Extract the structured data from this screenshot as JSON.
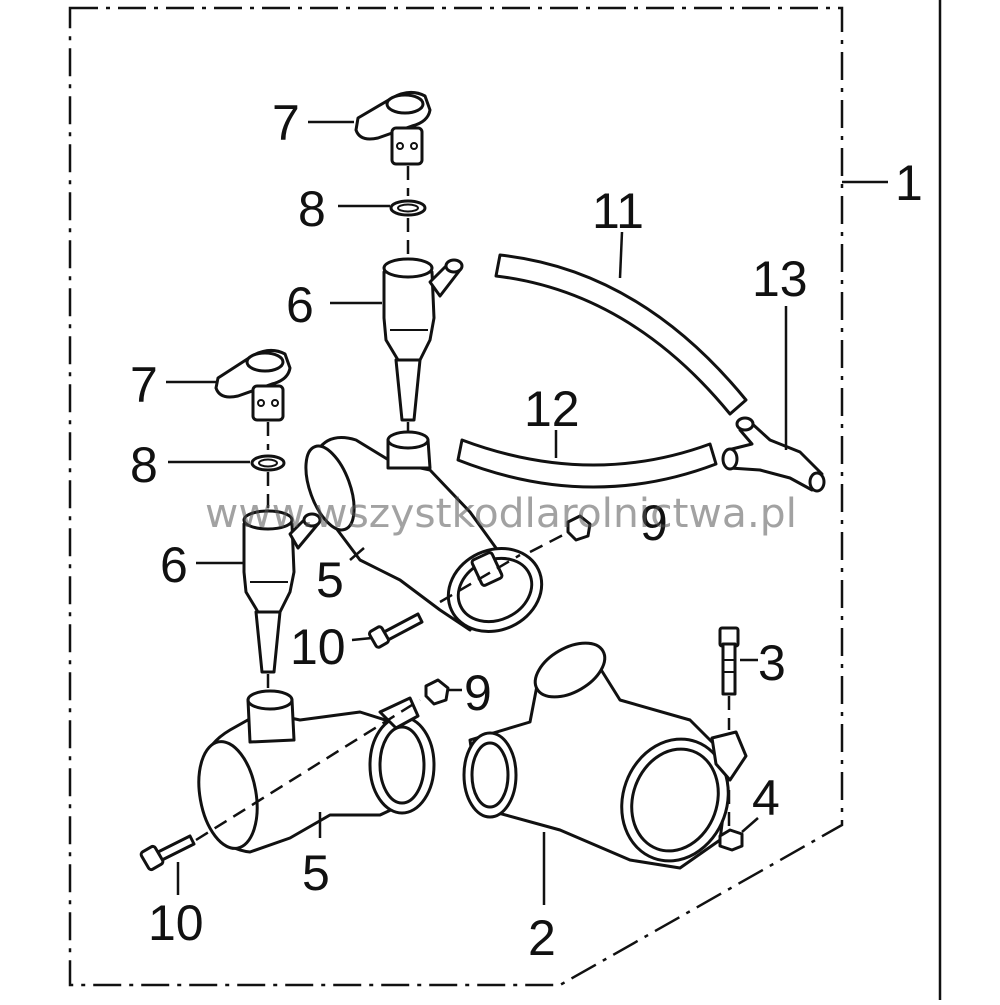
{
  "callouts": {
    "c1": "1",
    "c2": "2",
    "c3": "3",
    "c4": "4",
    "c5a": "5",
    "c5b": "5",
    "c6a": "6",
    "c6b": "6",
    "c7a": "7",
    "c7b": "7",
    "c8a": "8",
    "c8b": "8",
    "c9a": "9",
    "c9b": "9",
    "c10a": "10",
    "c10b": "10",
    "c11": "11",
    "c12": "12",
    "c13": "13"
  },
  "watermark": "www.wszystkodlarolnictwa.pl",
  "colors": {
    "line": "#111111",
    "background": "#ffffff"
  }
}
